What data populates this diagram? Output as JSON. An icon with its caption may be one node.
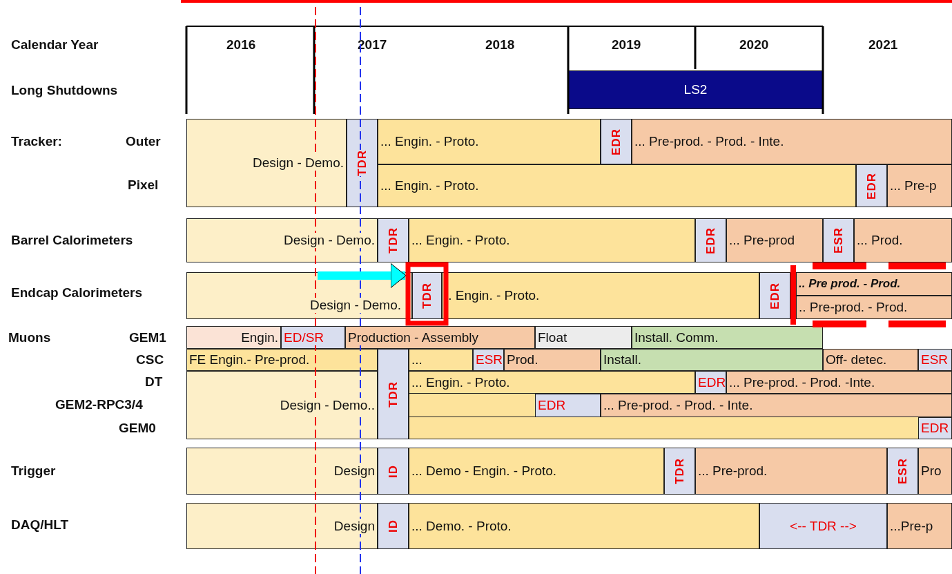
{
  "diagram": {
    "nodes": [
      {
        "text": [
          "LS2"
        ]
      },
      {
        "text": [
          "Design - Demo."
        ]
      },
      {
        "text": [
          "TDR"
        ]
      },
      {
        "text": [
          "... Engin. - Proto."
        ]
      },
      {
        "text": [
          "EDR"
        ]
      },
      {
        "text": [
          "... Pre-prod. - Prod. - Inte."
        ]
      },
      {
        "text": [
          "... Engin. - Proto."
        ]
      },
      {
        "text": [
          "EDR"
        ]
      },
      {
        "text": [
          "... Pre-p"
        ]
      },
      {
        "text": [
          "Design - Demo."
        ]
      },
      {
        "text": [
          "TDR"
        ]
      },
      {
        "text": [
          "... Engin. - Proto."
        ]
      },
      {
        "text": [
          "EDR"
        ]
      },
      {
        "text": [
          "... Pre-prod"
        ]
      },
      {
        "text": [
          "ESR"
        ]
      },
      {
        "text": [
          "... Prod."
        ]
      },
      {
        "text": [
          "Design - Demo."
        ]
      },
      {
        "text": [
          "TDR"
        ]
      },
      {
        "text": [
          ".. Engin. - Proto."
        ]
      },
      {
        "text": [
          "EDR"
        ]
      },
      {
        "text": [
          ".. Pre prod. - Prod."
        ]
      },
      {
        "text": [
          ".. Pre-prod. - Prod."
        ]
      },
      {
        "text": [
          "Engin."
        ]
      },
      {
        "text": [
          "ED/SR"
        ]
      },
      {
        "text": [
          "Production - Assembly"
        ]
      },
      {
        "text": [
          "Float"
        ]
      },
      {
        "text": [
          "Install. Comm."
        ]
      },
      {
        "text": [
          "FE Engin.- Pre-prod."
        ]
      },
      {
        "text": [
          "..."
        ]
      },
      {
        "text": [
          "ESR"
        ]
      },
      {
        "text": [
          "Prod."
        ]
      },
      {
        "text": [
          "Install."
        ]
      },
      {
        "text": [
          "Off- detec."
        ]
      },
      {
        "text": [
          "ESR"
        ]
      },
      {
        "text": [
          "Design - Demo.."
        ]
      },
      {
        "text": [
          "TDR"
        ]
      },
      {
        "text": [
          "... Engin. - Proto."
        ]
      },
      {
        "text": [
          "EDR"
        ]
      },
      {
        "text": [
          "... Pre-prod. - Prod. -Inte."
        ]
      },
      {
        "text": [
          "EDR"
        ]
      },
      {
        "text": [
          "... Pre-prod. - Prod. - Inte."
        ]
      },
      {
        "text": [
          "EDR"
        ]
      },
      {
        "text": [
          "Design"
        ]
      },
      {
        "text": [
          "ID"
        ]
      },
      {
        "text": [
          "... Demo - Engin. - Proto."
        ]
      },
      {
        "text": [
          "TDR"
        ]
      },
      {
        "text": [
          "... Pre-prod."
        ]
      },
      {
        "text": [
          "ESR"
        ]
      },
      {
        "text": [
          "Pro"
        ]
      },
      {
        "text": [
          "Design"
        ]
      },
      {
        "text": [
          "ID"
        ]
      },
      {
        "text": [
          "... Demo. - Proto."
        ]
      },
      {
        "text": [
          "<-- TDR -->"
        ]
      },
      {
        "text": [
          "...Pre-p"
        ]
      },
      {
        "text": [],
        "shape": "bar"
      },
      {
        "text": [],
        "shape": "bar"
      }
    ],
    "edges": [
      {
        "from": 16,
        "to": 17,
        "arrow": "to",
        "color": "#00ffff"
      }
    ],
    "labels": [
      "Calendar Year",
      "2016",
      "2017",
      "2018",
      "2019",
      "2020",
      "2021",
      "Long Shutdowns",
      "Tracker:",
      "Outer",
      "Pixel",
      "Barrel Calorimeters",
      "Endcap Calorimeters",
      "Muons",
      "GEM1",
      "CSC",
      "DT",
      "GEM2-RPC3/4",
      "GEM0",
      "Trigger",
      "DAQ/HLT"
    ]
  }
}
